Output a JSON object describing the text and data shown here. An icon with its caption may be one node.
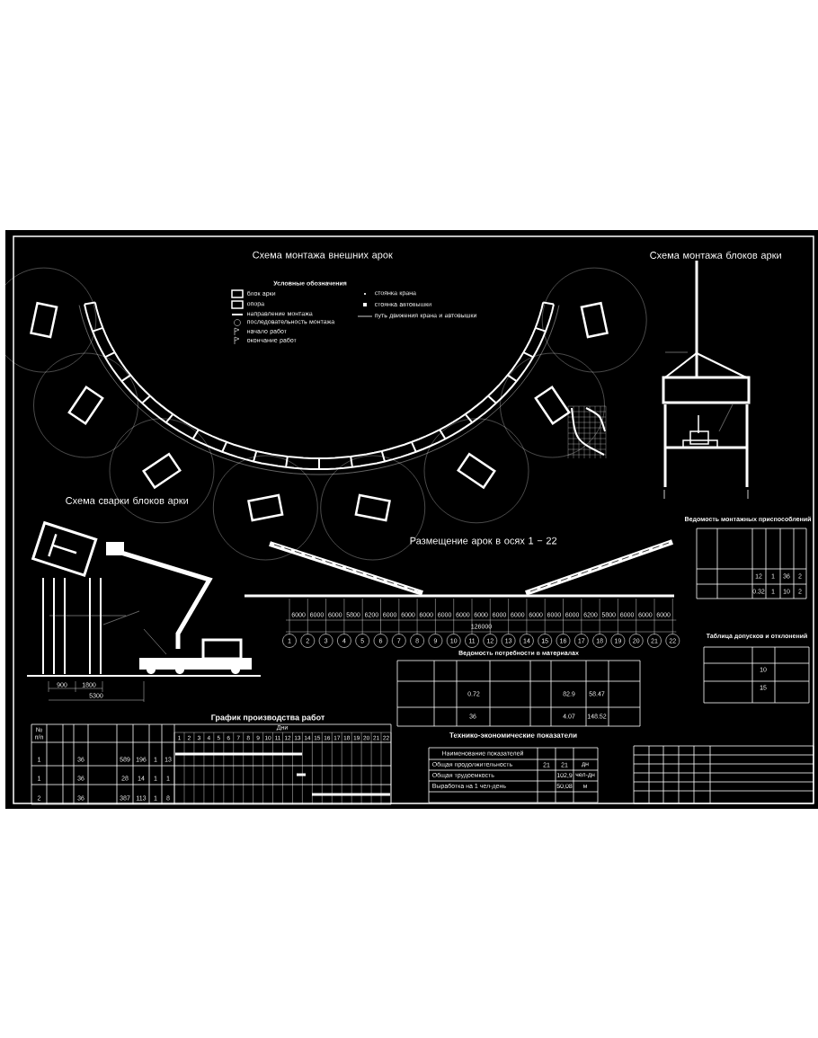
{
  "diagram": {
    "nodes": [
      {
        "text": [
          "1"
        ]
      },
      {
        "text": [
          "2"
        ]
      },
      {
        "text": [
          "3"
        ]
      },
      {
        "text": [
          "4"
        ]
      },
      {
        "text": [
          "5"
        ]
      },
      {
        "text": [
          "6"
        ]
      },
      {
        "text": [
          "7"
        ]
      },
      {
        "text": [
          "8"
        ]
      },
      {
        "text": [
          "9"
        ]
      },
      {
        "text": [
          "10"
        ]
      },
      {
        "text": [
          "11"
        ]
      },
      {
        "text": [
          "12"
        ]
      },
      {
        "text": [
          "13"
        ]
      },
      {
        "text": [
          "14"
        ]
      },
      {
        "text": [
          "15"
        ]
      },
      {
        "text": [
          "16"
        ]
      },
      {
        "text": [
          "17"
        ]
      },
      {
        "text": [
          "18"
        ]
      },
      {
        "text": [
          "19"
        ]
      },
      {
        "text": [
          "20"
        ]
      },
      {
        "text": [
          "21"
        ]
      },
      {
        "text": [
          "22"
        ]
      }
    ],
    "labels": [
      "Схема монтажа внешних арок",
      "Условные обозначения",
      "Схема монтажа блоков арки",
      "Схема сварки блоков арки",
      "Размещение арок в осях 1 − 22",
      "6000",
      "6000",
      "6000",
      "5800",
      "6200",
      "6000",
      "6000",
      "6000",
      "6000",
      "6000",
      "6000",
      "6000",
      "6000",
      "6000",
      "6000",
      "6000",
      "6200",
      "5800",
      "6000",
      "6000",
      "6000",
      "126000",
      "900",
      "1800",
      "5300",
      "График производства работ",
      "Ведомость потребности в материалах",
      "Технико-экономические показатели",
      "Ведомость монтажных приспособлений",
      "Таблица допусков и отклонений",
      "№ п/п",
      "Дни",
      "1",
      "2",
      "3",
      "4",
      "5",
      "6",
      "7",
      "8",
      "9",
      "10",
      "11",
      "12",
      "13",
      "14",
      "15",
      "16",
      "17",
      "18",
      "19",
      "20",
      "21",
      "22",
      "1",
      "36",
      "589",
      "196",
      "1",
      "13",
      "1",
      "36",
      "28",
      "14",
      "1",
      "1",
      "2",
      "36",
      "387",
      "113",
      "1",
      "8",
      "Наименование показателей",
      "Общая продолжительность",
      "21",
      "21",
      "дн",
      "Общая трудоемкость",
      "102,9",
      "чел-дн",
      "Выработка на 1 чел-день",
      "50,08",
      "м",
      "0.72",
      "82.9",
      "58.47",
      "36",
      "4.07",
      "148.52",
      "12",
      "1",
      "36",
      "2",
      "0.32",
      "1",
      "10",
      "2",
      "10",
      "15"
    ],
    "legend": [
      {
        "text": "блок арки"
      },
      {
        "text": "опора"
      },
      {
        "text": "направление монтажа"
      },
      {
        "text": "последовательность монтажа"
      },
      {
        "text": "начало работ"
      },
      {
        "text": "окончание работ"
      },
      {
        "text": "стоянка крана"
      },
      {
        "text": "стоянка автовышки"
      },
      {
        "text": "путь движения крана и автовышки"
      }
    ]
  }
}
